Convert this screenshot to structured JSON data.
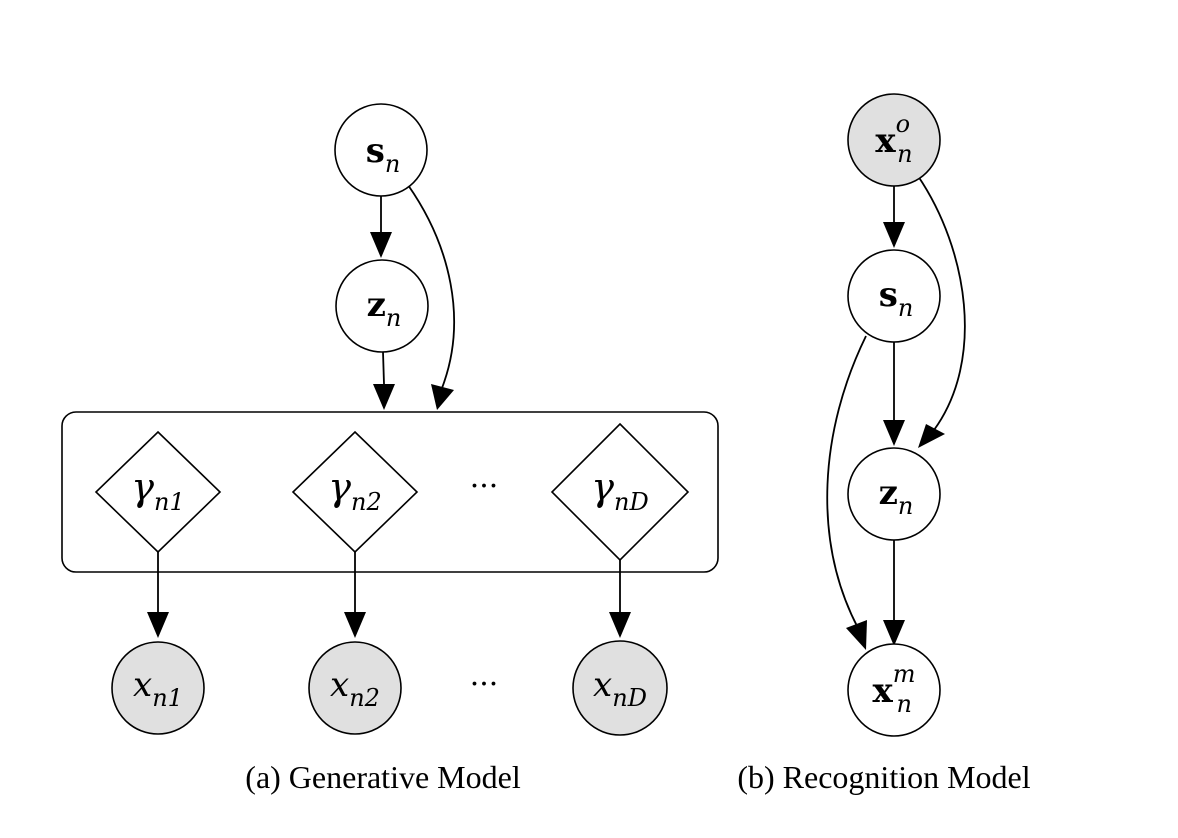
{
  "panels": [
    {
      "id": "a",
      "caption": "(a) Generative Model",
      "nodes": {
        "s_n": {
          "base": "s",
          "sub": "n",
          "sup": "",
          "observed": false
        },
        "z_n": {
          "base": "z",
          "sub": "n",
          "sup": "",
          "observed": false
        },
        "gamma_n1": {
          "base": "γ",
          "sub": "n1"
        },
        "gamma_n2": {
          "base": "γ",
          "sub": "n2"
        },
        "gamma_nD": {
          "base": "γ",
          "sub": "nD"
        },
        "x_n1": {
          "base": "x",
          "sub": "n1",
          "observed": true
        },
        "x_n2": {
          "base": "x",
          "sub": "n2",
          "observed": true
        },
        "x_nD": {
          "base": "x",
          "sub": "nD",
          "observed": true
        }
      },
      "ellipsis": "···"
    },
    {
      "id": "b",
      "caption": "(b) Recognition Model",
      "nodes": {
        "x_o": {
          "base": "x",
          "sub": "n",
          "sup": "o",
          "observed": true
        },
        "s_n": {
          "base": "s",
          "sub": "n",
          "sup": "",
          "observed": false
        },
        "z_n": {
          "base": "z",
          "sub": "n",
          "sup": "",
          "observed": false
        },
        "x_m": {
          "base": "x",
          "sub": "n",
          "sup": "m",
          "observed": false
        }
      }
    }
  ],
  "colors": {
    "observed_fill": "#e0e0e0",
    "latent_fill": "#ffffff",
    "stroke": "#000000"
  }
}
